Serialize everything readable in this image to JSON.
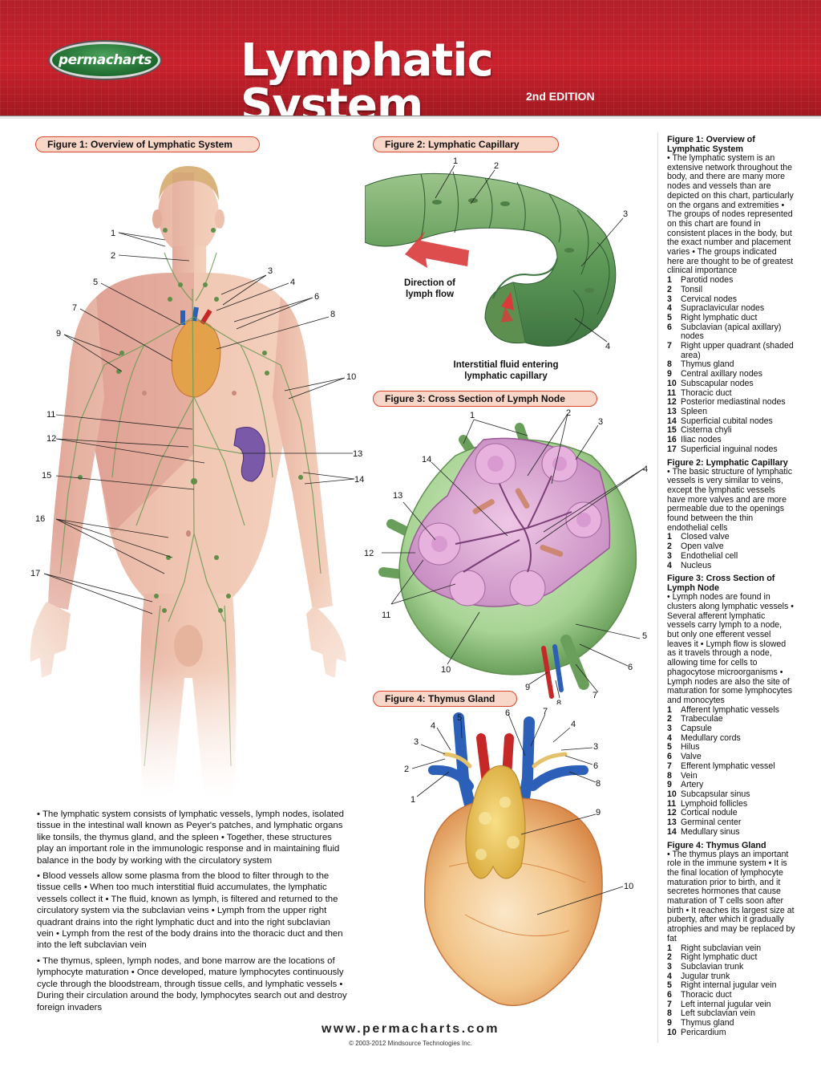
{
  "header": {
    "logo_text": "permacharts",
    "title": "Lymphatic System",
    "edition": "2nd EDITION",
    "brand_color": "#c8212c"
  },
  "figures": {
    "fig1": {
      "label": "Figure 1: Overview of Lymphatic System",
      "callouts": [
        "1",
        "2",
        "3",
        "4",
        "5",
        "6",
        "7",
        "8",
        "9",
        "10",
        "11",
        "12",
        "13",
        "14",
        "15",
        "16",
        "17"
      ]
    },
    "fig2": {
      "label": "Figure 2: Lymphatic Capillary",
      "callouts": [
        "1",
        "2",
        "3",
        "4"
      ],
      "flow_label": "Direction of lymph flow",
      "fluid_label": "Interstitial fluid entering lymphatic capillary"
    },
    "fig3": {
      "label": "Figure 3: Cross Section of Lymph Node",
      "callouts": [
        "1",
        "2",
        "3",
        "4",
        "5",
        "6",
        "7",
        "8",
        "9",
        "10",
        "11",
        "12",
        "13",
        "14"
      ]
    },
    "fig4": {
      "label": "Figure 4: Thymus Gland",
      "callouts": [
        "1",
        "2",
        "3",
        "4",
        "5",
        "6",
        "7",
        "3",
        "6",
        "8",
        "4",
        "9",
        "10"
      ]
    }
  },
  "fig1_text": {
    "p1": "• The lymphatic system consists of lymphatic vessels, lymph nodes, isolated tissue in the intestinal wall known as Peyer's patches, and lymphatic organs like tonsils, the thymus gland, and the spleen • Together, these structures play an important role in the immunologic response and in maintaining fluid balance in the body by working with the circulatory system",
    "p2": "• Blood vessels allow some plasma from the blood to filter through to the tissue cells • When too much interstitial fluid accumulates, the lymphatic vessels collect it • The fluid, known as lymph, is filtered and returned to the circulatory system via the subclavian veins • Lymph from the upper right quadrant drains into the right lymphatic duct and into the right subclavian vein • Lymph from the rest of the body drains into the thoracic duct and then into the left subclavian vein",
    "p3": "• The thymus, spleen, lymph nodes, and bone marrow are the locations of lymphocyte maturation • Once developed, mature lymphocytes continuously cycle through the bloodstream, through tissue cells, and lymphatic vessels • During their circulation around the body, lymphocytes search out and destroy foreign invaders"
  },
  "legend": {
    "fig1": {
      "heading": "Figure 1: Overview of Lymphatic System",
      "text": "• The lymphatic system is an extensive network throughout the body, and there are many more nodes and vessels than are depicted on this chart, particularly on the organs and extremities • The groups of nodes represented on this chart are found in consistent places in the body, but the exact number and placement varies • The groups indicated here are thought to be of greatest clinical importance",
      "items": [
        {
          "n": "1",
          "t": "Parotid nodes"
        },
        {
          "n": "2",
          "t": "Tonsil"
        },
        {
          "n": "3",
          "t": "Cervical nodes"
        },
        {
          "n": "4",
          "t": "Supraclavicular nodes"
        },
        {
          "n": "5",
          "t": "Right lymphatic duct"
        },
        {
          "n": "6",
          "t": "Subclavian (apical axillary) nodes"
        },
        {
          "n": "7",
          "t": "Right upper quadrant (shaded area)"
        },
        {
          "n": "8",
          "t": "Thymus gland"
        },
        {
          "n": "9",
          "t": "Central axillary nodes"
        },
        {
          "n": "10",
          "t": "Subscapular nodes"
        },
        {
          "n": "11",
          "t": "Thoracic duct"
        },
        {
          "n": "12",
          "t": "Posterior mediastinal nodes"
        },
        {
          "n": "13",
          "t": "Spleen"
        },
        {
          "n": "14",
          "t": "Superficial cubital nodes"
        },
        {
          "n": "15",
          "t": "Cisterna chyli"
        },
        {
          "n": "16",
          "t": "Iliac nodes"
        },
        {
          "n": "17",
          "t": "Superficial inguinal nodes"
        }
      ]
    },
    "fig2": {
      "heading": "Figure 2: Lymphatic Capillary",
      "text": "• The basic structure of lymphatic vessels is very similar to veins, except the lymphatic vessels have more valves and are more permeable due to the openings found between the thin endothelial cells",
      "items": [
        {
          "n": "1",
          "t": "Closed valve"
        },
        {
          "n": "2",
          "t": "Open valve"
        },
        {
          "n": "3",
          "t": "Endothelial cell"
        },
        {
          "n": "4",
          "t": "Nucleus"
        }
      ]
    },
    "fig3": {
      "heading": "Figure 3: Cross Section of Lymph Node",
      "text": "• Lymph nodes are found in clusters along lymphatic vessels • Several afferent lymphatic vessels carry lymph to a node, but only one efferent vessel leaves it • Lymph flow is slowed as it travels through a node, allowing time for cells to phagocytose microorganisms • Lymph nodes are also the site of maturation for some lymphocytes and monocytes",
      "items": [
        {
          "n": "1",
          "t": "Afferent lymphatic vessels"
        },
        {
          "n": "2",
          "t": "Trabeculae"
        },
        {
          "n": "3",
          "t": "Capsule"
        },
        {
          "n": "4",
          "t": "Medullary cords"
        },
        {
          "n": "5",
          "t": "Hilus"
        },
        {
          "n": "6",
          "t": "Valve"
        },
        {
          "n": "7",
          "t": "Efferent lymphatic vessel"
        },
        {
          "n": "8",
          "t": "Vein"
        },
        {
          "n": "9",
          "t": "Artery"
        },
        {
          "n": "10",
          "t": "Subcapsular sinus"
        },
        {
          "n": "11",
          "t": "Lymphoid follicles"
        },
        {
          "n": "12",
          "t": "Cortical nodule"
        },
        {
          "n": "13",
          "t": "Germinal center"
        },
        {
          "n": "14",
          "t": "Medullary sinus"
        }
      ]
    },
    "fig4": {
      "heading": "Figure 4: Thymus Gland",
      "text": "• The thymus plays an important role in the immune system • It is the final location of lymphocyte maturation prior to birth, and it secretes hormones that cause maturation of T cells soon after birth • It reaches its largest size at puberty, after which it gradually atrophies and may be replaced by fat",
      "items": [
        {
          "n": "1",
          "t": "Right subclavian vein"
        },
        {
          "n": "2",
          "t": "Right lymphatic duct"
        },
        {
          "n": "3",
          "t": "Subclavian trunk"
        },
        {
          "n": "4",
          "t": "Jugular trunk"
        },
        {
          "n": "5",
          "t": "Right internal jugular vein"
        },
        {
          "n": "6",
          "t": "Thoracic duct"
        },
        {
          "n": "7",
          "t": "Left internal jugular vein"
        },
        {
          "n": "8",
          "t": "Left subclavian vein"
        },
        {
          "n": "9",
          "t": "Thymus gland"
        },
        {
          "n": "10",
          "t": "Pericardium"
        }
      ]
    }
  },
  "footer": {
    "url": "www.permacharts.com",
    "copyright": "© 2003-2012 Mindsource Technologies Inc."
  }
}
